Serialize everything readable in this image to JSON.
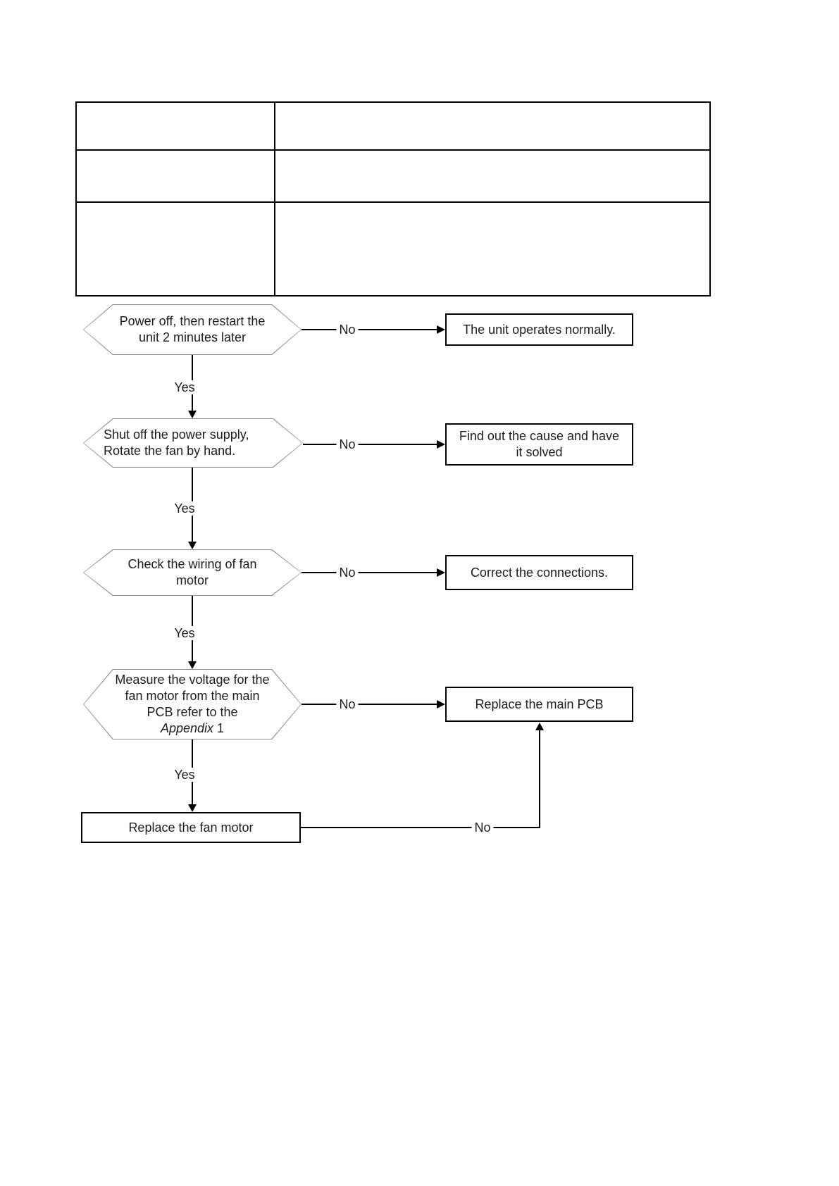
{
  "table": {
    "rows": [
      {
        "cells": [
          "",
          ""
        ]
      },
      {
        "cells": [
          "",
          ""
        ]
      },
      {
        "cells": [
          "",
          ""
        ]
      }
    ]
  },
  "labels": {
    "yes": "Yes",
    "no": "No"
  },
  "flowchart": {
    "decisions": [
      {
        "lines": [
          "Power off, then restart the",
          "unit 2 minutes later"
        ]
      },
      {
        "lines": [
          "Shut off the power supply,",
          "Rotate the fan by hand."
        ]
      },
      {
        "lines": [
          "Check the wiring of fan",
          "motor"
        ]
      },
      {
        "lines": [
          "Measure the voltage for the",
          "fan motor from the main",
          "PCB refer to the"
        ],
        "italic_word": "Appendix",
        "after_italic": " 1"
      }
    ],
    "results": [
      {
        "lines": [
          "The unit operates normally."
        ]
      },
      {
        "lines": [
          "Find out the cause and have",
          "it solved"
        ]
      },
      {
        "lines": [
          "Correct the connections."
        ]
      },
      {
        "lines": [
          "Replace the main PCB"
        ]
      }
    ],
    "final_action": "Replace the fan motor"
  }
}
